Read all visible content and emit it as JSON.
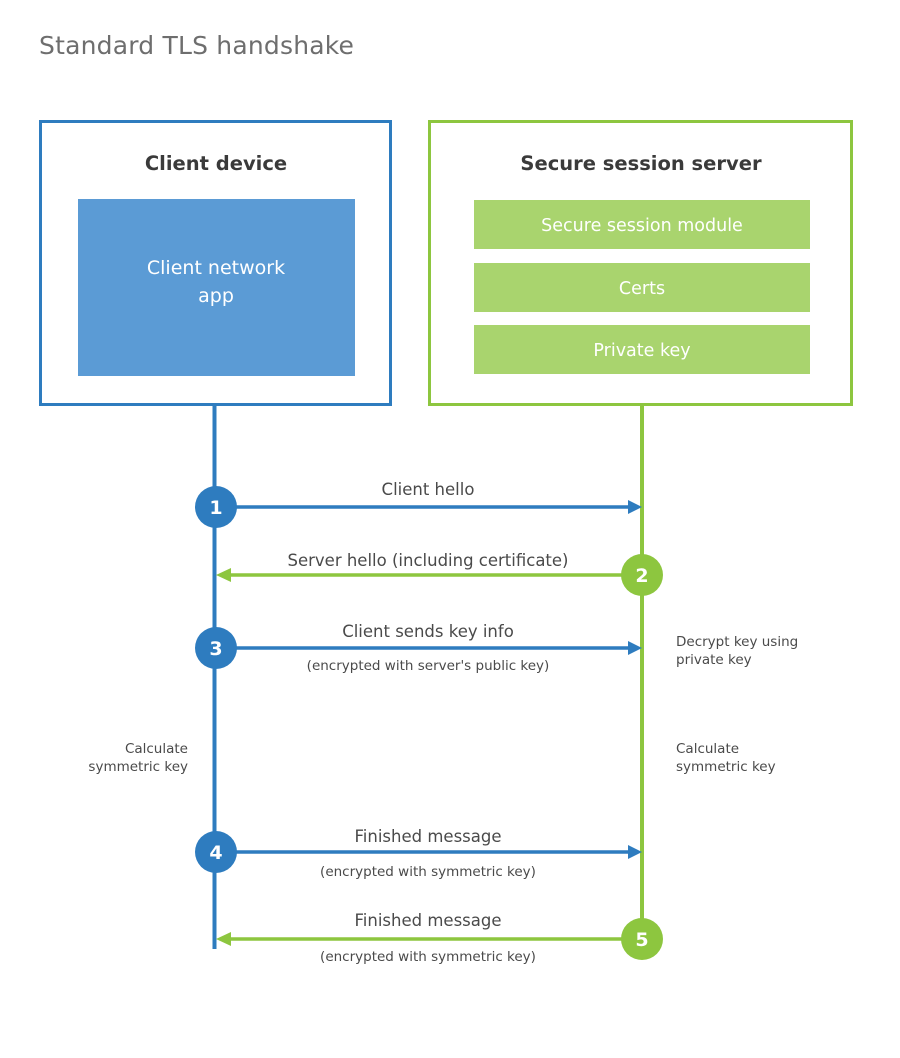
{
  "page": {
    "title": "Standard TLS handshake",
    "background": "#ffffff"
  },
  "colors": {
    "blue_border": "#2E7CBF",
    "blue_fill": "#5B9BD5",
    "blue_circle": "#2E7CBF",
    "green_border": "#8DC63F",
    "green_chip": "#A9D46E",
    "green_circle": "#8DC63F",
    "text_dark": "#3a3a3a",
    "text_body": "#4a4a4a",
    "title_gray": "#6e6e6e"
  },
  "client_panel": {
    "title": "Client device",
    "app_label_line1": "Client network",
    "app_label_line2": "app"
  },
  "server_panel": {
    "title": "Secure session server",
    "chips": [
      {
        "label": "Secure session module"
      },
      {
        "label": "Certs"
      },
      {
        "label": "Private key"
      }
    ]
  },
  "steps": [
    {
      "number": "1",
      "label": "Client hello",
      "sublabel": "",
      "direction": "client-to-server",
      "color": "blue"
    },
    {
      "number": "2",
      "label": "Server hello (including certificate)",
      "sublabel": "",
      "direction": "server-to-client",
      "color": "green"
    },
    {
      "number": "3",
      "label": "Client sends key info",
      "sublabel": "(encrypted with server's public key)",
      "direction": "client-to-server",
      "color": "blue"
    },
    {
      "number": "4",
      "label": "Finished message",
      "sublabel": "(encrypted with symmetric key)",
      "direction": "client-to-server",
      "color": "blue"
    },
    {
      "number": "5",
      "label": "Finished message",
      "sublabel": "(encrypted with symmetric key)",
      "direction": "server-to-client",
      "color": "green"
    }
  ],
  "annotations": {
    "decrypt_note_line1": "Decrypt key using",
    "decrypt_note_line2": "private key",
    "client_calc_line1": "Calculate",
    "client_calc_line2": "symmetric key",
    "server_calc_line1": "Calculate",
    "server_calc_line2": "symmetric key"
  }
}
